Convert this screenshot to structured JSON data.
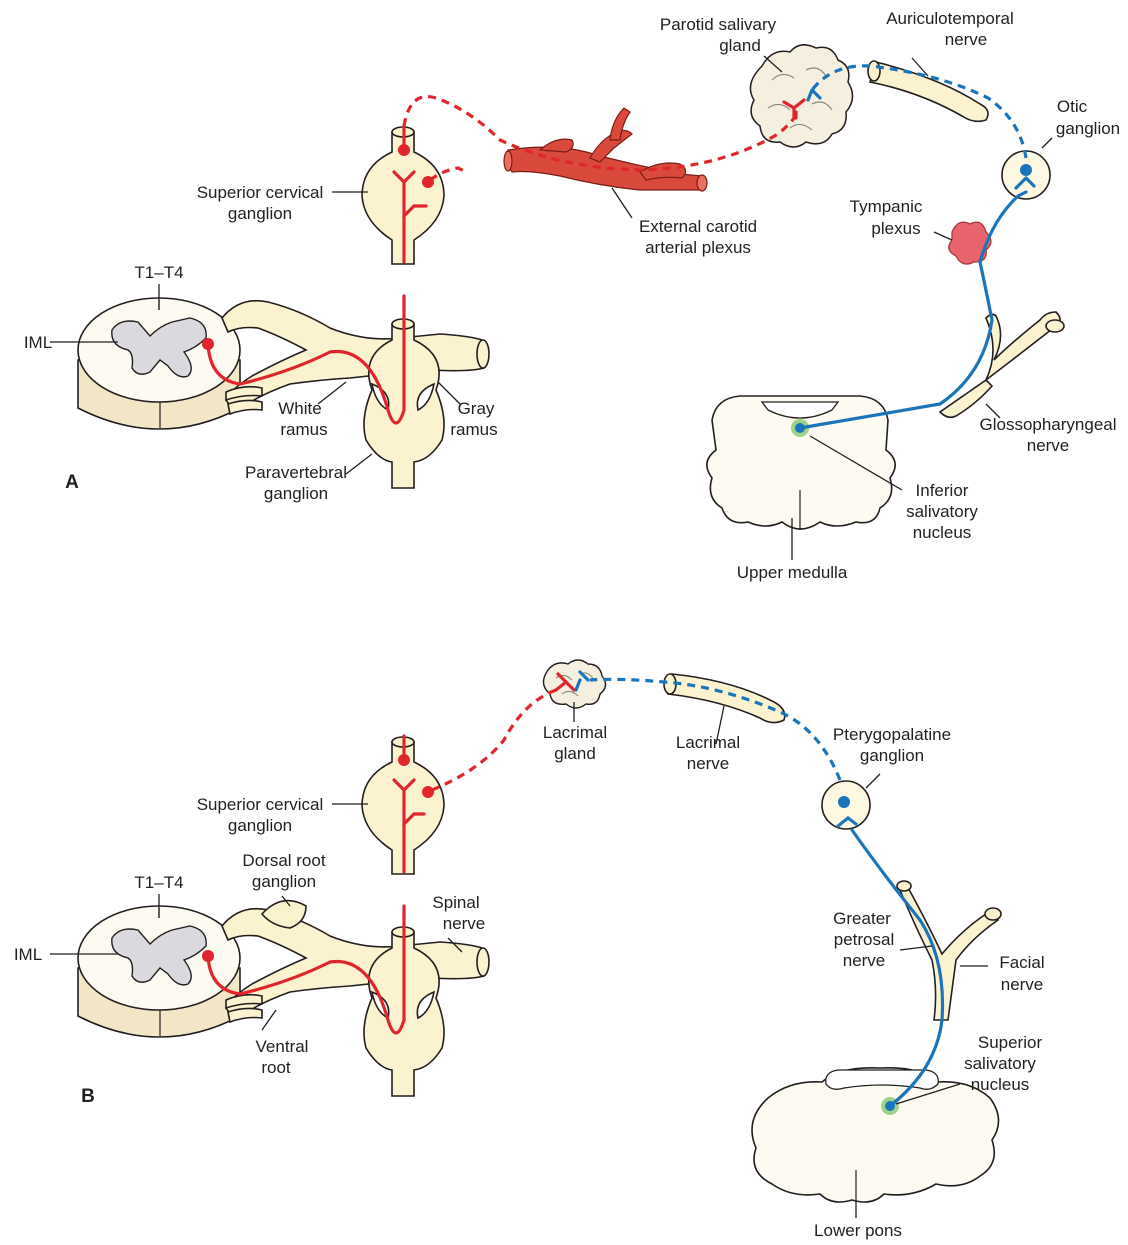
{
  "panel_a": {
    "letter": "A",
    "labels": {
      "parotid_1": "Parotid salivary",
      "parotid_2": "gland",
      "auriculotemporal_1": "Auriculotemporal",
      "auriculotemporal_2": "nerve",
      "otic_1": "Otic",
      "otic_2": "ganglion",
      "scg_1": "Superior cervical",
      "scg_2": "ganglion",
      "ext_carotid_1": "External carotid",
      "ext_carotid_2": "arterial plexus",
      "tympanic_1": "Tympanic",
      "tympanic_2": "plexus",
      "segment": "T1–T4",
      "iml": "IML",
      "white_1": "White",
      "white_2": "ramus",
      "gray_1": "Gray",
      "gray_2": "ramus",
      "paravert_1": "Paravertebral",
      "paravert_2": "ganglion",
      "glosso_1": "Glossopharyngeal",
      "glosso_2": "nerve",
      "isn_1": "Inferior",
      "isn_2": "salivatory",
      "isn_3": "nucleus",
      "medulla": "Upper medulla"
    }
  },
  "panel_b": {
    "letter": "B",
    "labels": {
      "lacrimal_gland_1": "Lacrimal",
      "lacrimal_gland_2": "gland",
      "lacrimal_nerve_1": "Lacrimal",
      "lacrimal_nerve_2": "nerve",
      "ptg_1": "Pterygopalatine",
      "ptg_2": "ganglion",
      "scg_1": "Superior cervical",
      "scg_2": "ganglion",
      "drg_1": "Dorsal root",
      "drg_2": "ganglion",
      "segment": "T1–T4",
      "spinal_1": "Spinal",
      "spinal_2": "nerve",
      "iml": "IML",
      "ventral_1": "Ventral",
      "ventral_2": "root",
      "gpn_1": "Greater",
      "gpn_2": "petrosal",
      "gpn_3": "nerve",
      "facial_1": "Facial",
      "facial_2": "nerve",
      "ssn_1": "Superior",
      "ssn_2": "salivatory",
      "ssn_3": "nucleus",
      "pons": "Lower pons"
    }
  },
  "colors": {
    "sympathetic": "#e0262c",
    "parasympathetic": "#1a75bb",
    "nerve_fill": "#fbf3cf",
    "gray_matter": "#d9d9de",
    "tympanic_plexus": "#e8646c",
    "nucleus_ring": "#9fd28a"
  }
}
